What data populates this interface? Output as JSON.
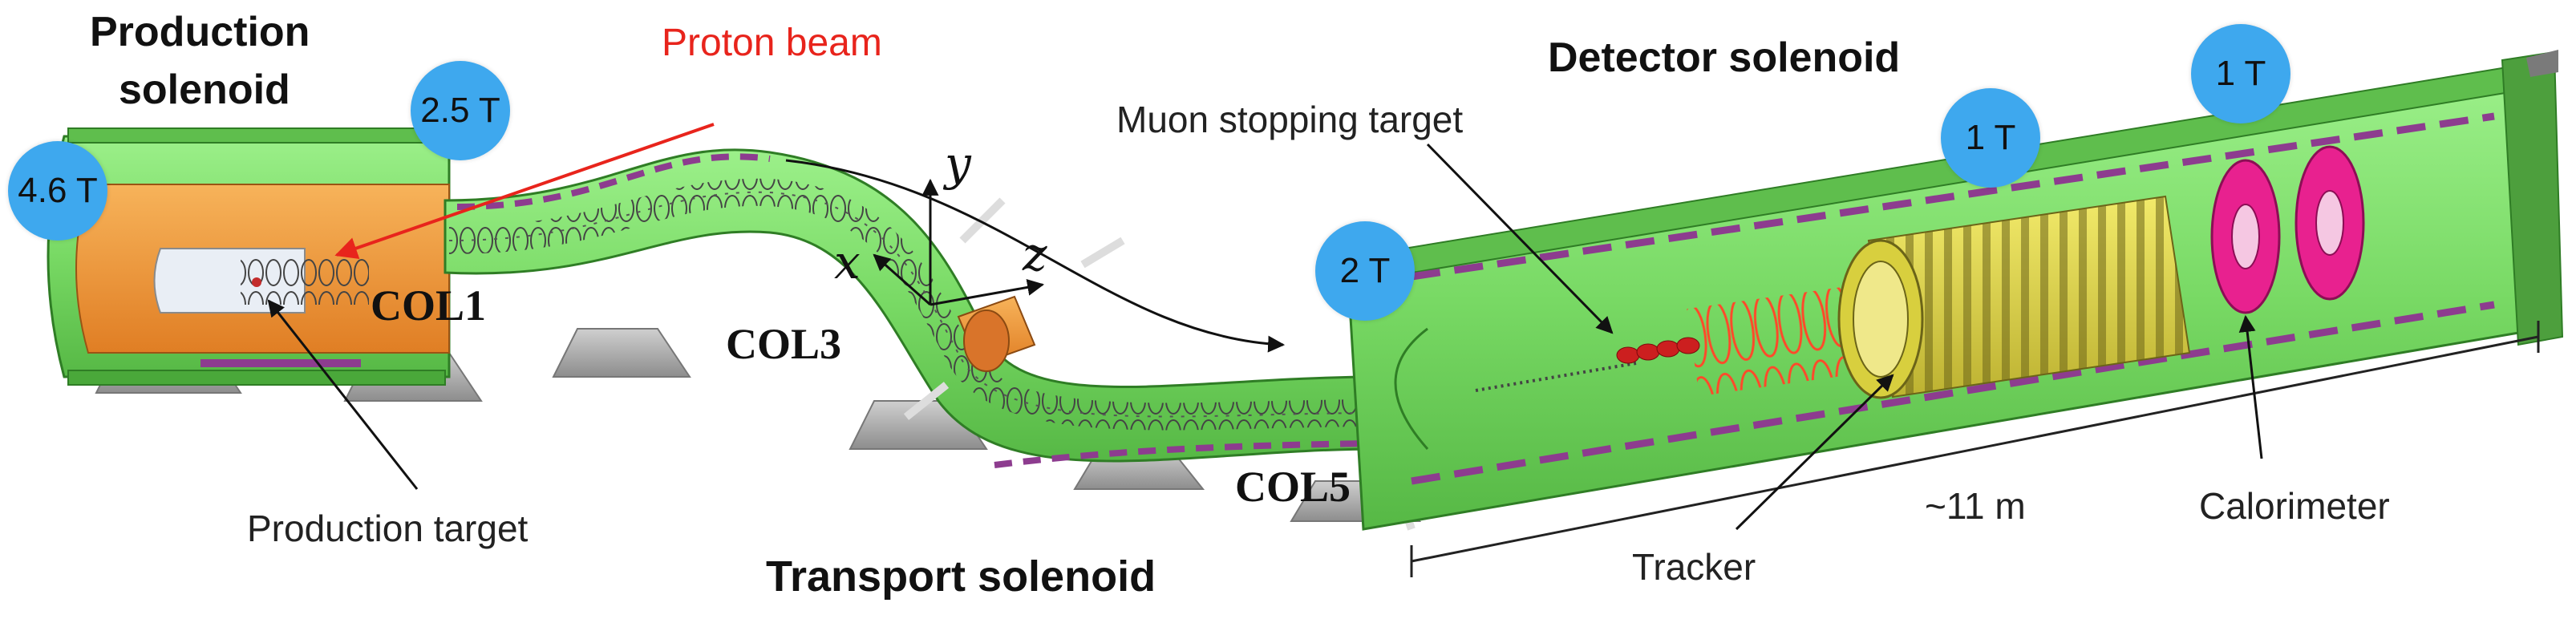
{
  "titles": {
    "production_line1": "Production",
    "production_line2": "solenoid",
    "detector": "Detector solenoid",
    "transport": "Transport solenoid"
  },
  "labels": {
    "proton_beam": "Proton beam",
    "muon_target": "Muon stopping target",
    "production_target": "Production target",
    "tracker": "Tracker",
    "calorimeter": "Calorimeter",
    "length": "~11 m"
  },
  "collimators": {
    "col1": "COL1",
    "col3": "COL3",
    "col5": "COL5"
  },
  "axes": {
    "x": "x",
    "y": "y",
    "z": "z"
  },
  "fields": {
    "ps_high": "4.6 T",
    "ps_low": "2.5 T",
    "ts_end": "2 T",
    "ds_tracker": "1 T",
    "ds_cal": "1 T"
  },
  "colors": {
    "bubble": "#3ea8ee",
    "solenoid_green": "#7fe36a",
    "solenoid_dark": "#3a9a2e",
    "inner_orange": "#f29a3a",
    "tracker_yellow": "#e2d84a",
    "calorimeter_magenta": "#e8218f",
    "coil_red": "#ff4a2a",
    "proton_beam_red": "#e8241c",
    "support_gray": "#a9a9a9"
  }
}
